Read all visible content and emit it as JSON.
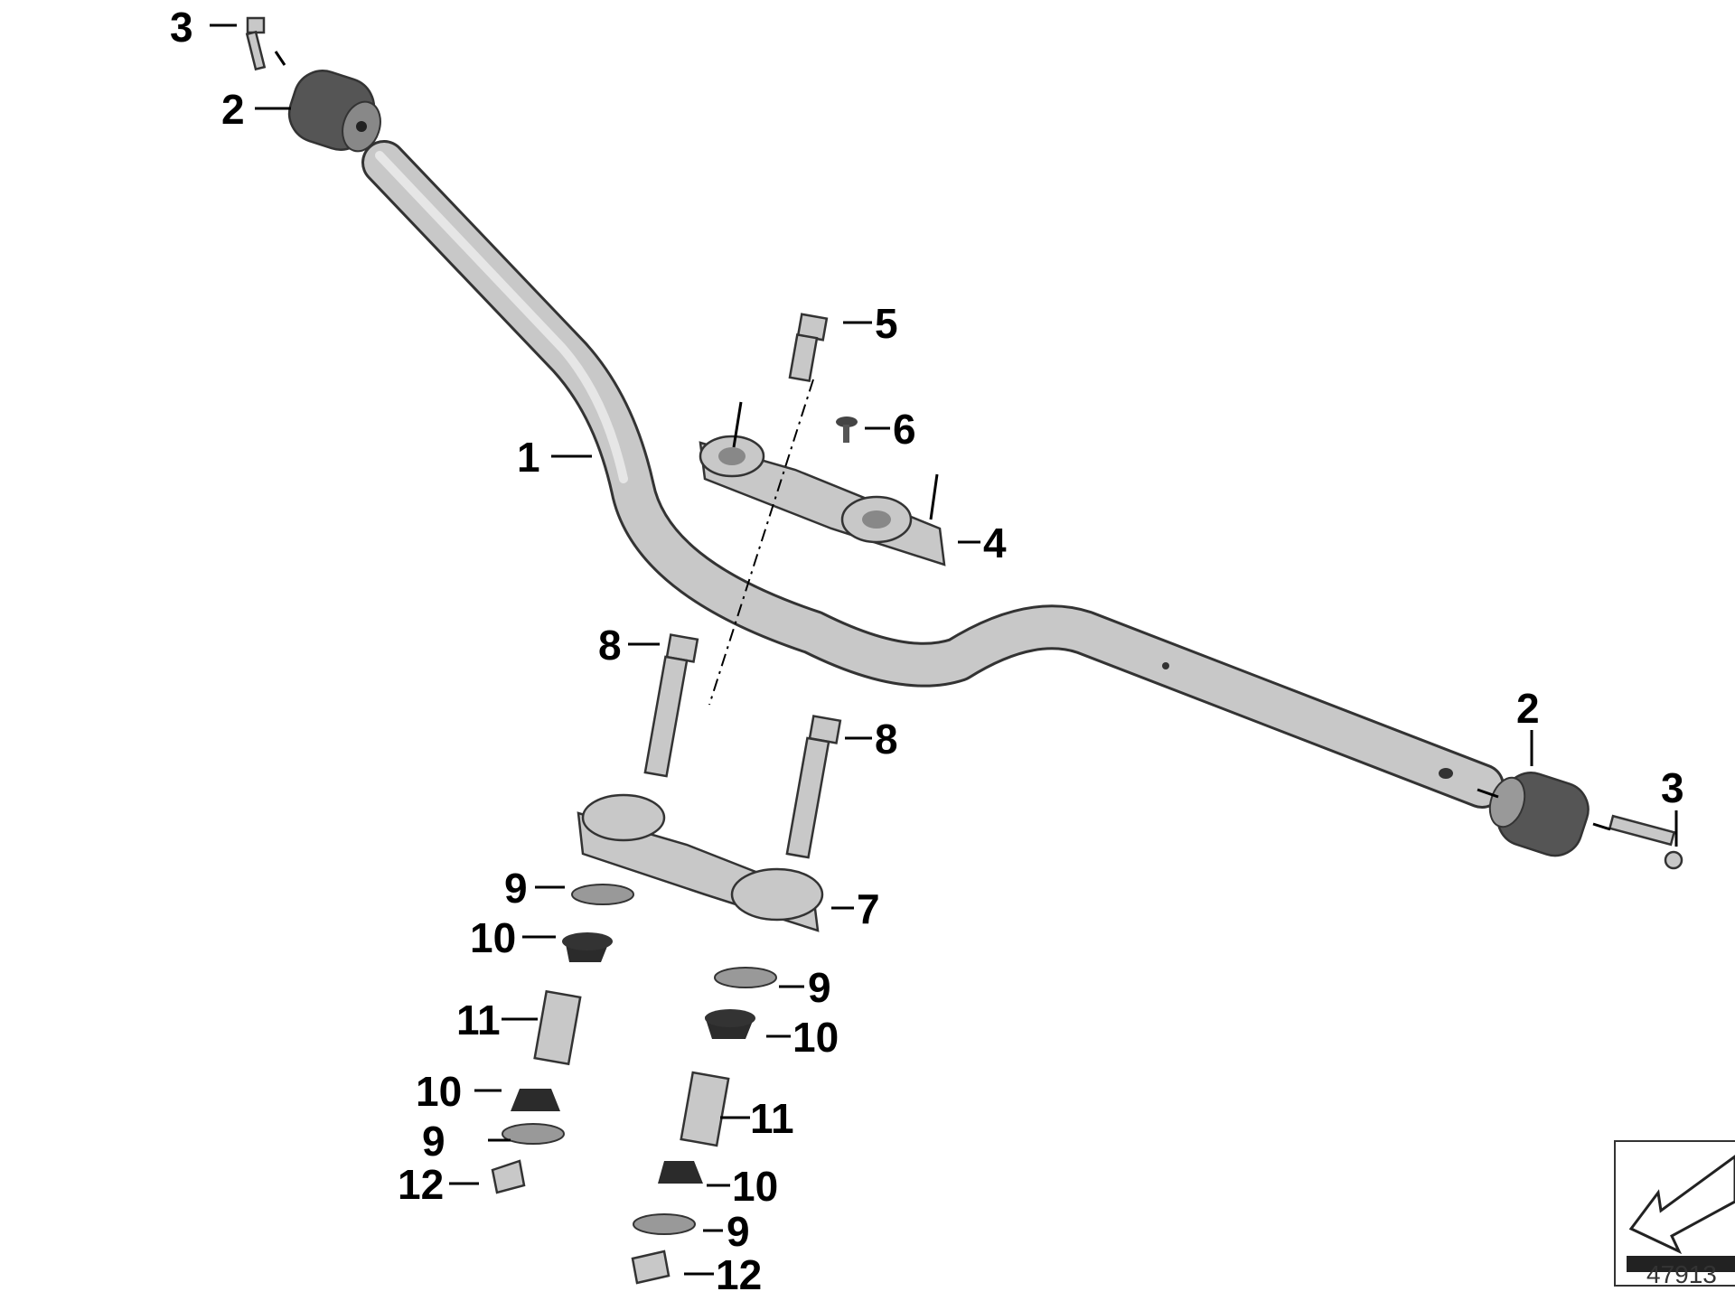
{
  "callouts": [
    "1",
    "2",
    "2",
    "3",
    "3",
    "4",
    "5",
    "6",
    "7",
    "8",
    "8",
    "9",
    "9",
    "9",
    "9",
    "10",
    "10",
    "10",
    "10",
    "11",
    "11",
    "12",
    "12"
  ],
  "reference_number": "47913",
  "colors": {
    "metal": "#c8c8c8",
    "dark": "#555555",
    "outline": "#333333"
  },
  "icons": [
    "direction-arrow-icon"
  ]
}
